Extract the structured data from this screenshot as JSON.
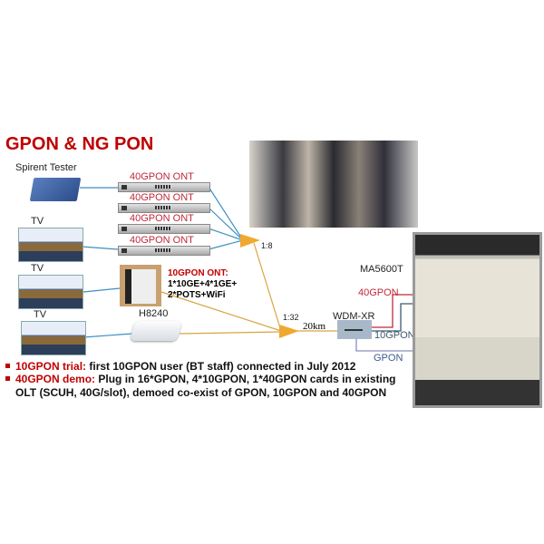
{
  "title": "GPON & NG PON",
  "devices": {
    "spirent": "Spirent Tester",
    "onts": [
      "40GPON ONT",
      "40GPON ONT",
      "40GPON ONT",
      "40GPON ONT"
    ],
    "tvs": [
      "TV",
      "TV",
      "TV"
    ],
    "ont10g_title": "10GPON ONT:",
    "ont10g_line1": "1*10GE+4*1GE+",
    "ont10g_line2": "2*POTS+WiFi",
    "h8240": "H8240",
    "splitter1": "1:8",
    "splitter2": "1:32",
    "distance": "20km",
    "wdm": "WDM-XR",
    "olt": "MA5600T",
    "port40": "40GPON",
    "port10": "10GPON",
    "portg": "GPON"
  },
  "bullets": [
    {
      "key": "10GPON trial:",
      "text": " first 10GPON user (BT staff) connected in July 2012"
    },
    {
      "key": "40GPON demo:",
      "text": " Plug in 16*GPON, 4*10GPON, 1*40GPON cards in existing",
      "text2": "OLT (SCUH, 40G/slot), demoed co-exist of GPON, 10GPON and 40GPON"
    }
  ],
  "colors": {
    "accent": "#c00000",
    "fiber": "#d9a441",
    "copper": "#3b8fc4"
  }
}
